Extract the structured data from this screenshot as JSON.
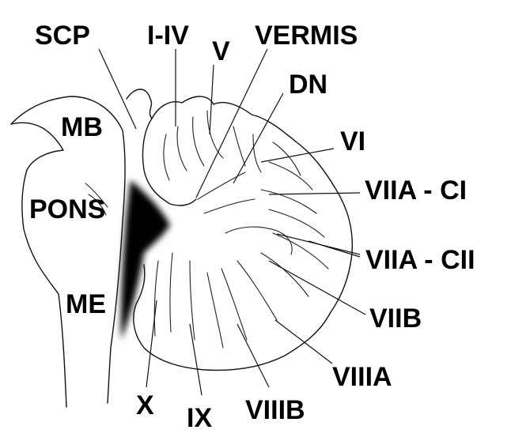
{
  "labels": {
    "scp": "SCP",
    "i_iv": "I-IV",
    "v": "V",
    "vermis": "VERMIS",
    "dn": "DN",
    "mb": "MB",
    "vi": "VI",
    "viia_ci": "VIIA - CI",
    "pons": "PONS",
    "viia_cii": "VIIA - CII",
    "me": "ME",
    "viib": "VIIB",
    "viiia": "VIIIA",
    "x": "X",
    "ix": "IX",
    "viiib": "VIIIB"
  },
  "colors": {
    "line": "#111111",
    "ventricle": "#000000",
    "background": "#ffffff"
  }
}
